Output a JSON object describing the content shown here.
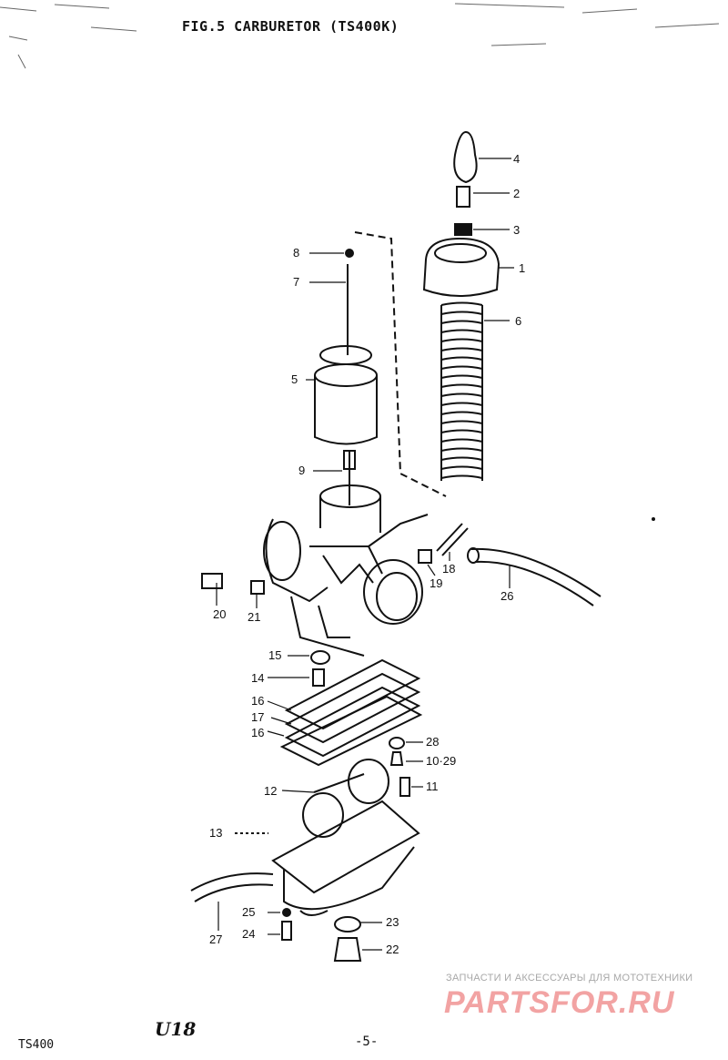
{
  "header": {
    "title": "FIG.5  CARBURETOR (TS400K)"
  },
  "callouts": [
    {
      "number": "4"
    },
    {
      "number": "2"
    },
    {
      "number": "3"
    },
    {
      "number": "1"
    },
    {
      "number": "8"
    },
    {
      "number": "7"
    },
    {
      "number": "6"
    },
    {
      "number": "5"
    },
    {
      "number": "9"
    },
    {
      "number": "18"
    },
    {
      "number": "19"
    },
    {
      "number": "26"
    },
    {
      "number": "20"
    },
    {
      "number": "21"
    },
    {
      "number": "15"
    },
    {
      "number": "14"
    },
    {
      "number": "16"
    },
    {
      "number": "17"
    },
    {
      "number": "16"
    },
    {
      "number": "28"
    },
    {
      "number": "10·29"
    },
    {
      "number": "11"
    },
    {
      "number": "12"
    },
    {
      "number": "13"
    },
    {
      "number": "25"
    },
    {
      "number": "24"
    },
    {
      "number": "23"
    },
    {
      "number": "22"
    },
    {
      "number": "27"
    }
  ],
  "footer": {
    "model": "TS400",
    "code": "U18",
    "page": "-5-"
  },
  "watermark": {
    "tagline": "ЗАПЧАСТИ И АКСЕССУАРЫ ДЛЯ МОТОТЕХНИКИ",
    "logo": "PARTSFOR.RU"
  }
}
